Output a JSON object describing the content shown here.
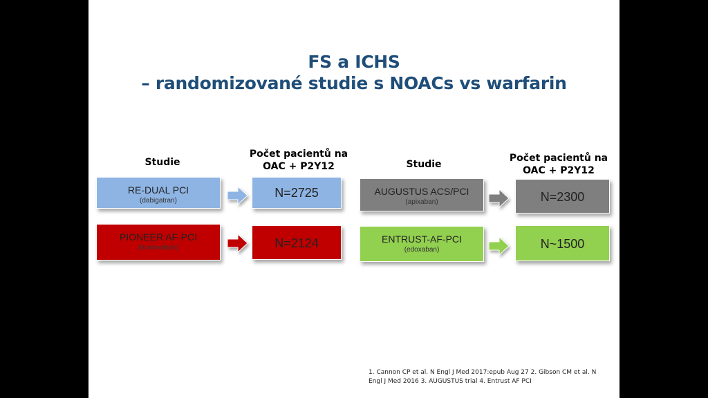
{
  "title": {
    "line1": "FS a ICHS",
    "line2": "– randomizované studie s NOACs vs warfarin"
  },
  "headers": {
    "left_studie": "Studie",
    "left_pocet_line1": "Počet pacientů na",
    "left_pocet_line2": "OAC + P2Y12",
    "right_studie": "Studie",
    "right_pocet_line1": "Počet pacientů na",
    "right_pocet_line2": "OAC + P2Y12"
  },
  "studies": [
    {
      "name": "RE-DUAL PCI",
      "drug": "(dabigatran)",
      "count": "N=2725",
      "color": "#8eb4e3",
      "arrow_color": "#8eb4e3"
    },
    {
      "name": "PIONEER AF-PCI",
      "drug": "(rivaroxaban)",
      "count": "N=2124",
      "color": "#c00000",
      "arrow_color": "#c00000"
    },
    {
      "name": "AUGUSTUS ACS/PCI",
      "drug": "(apixaban)",
      "count": "N=2300",
      "color": "#7f7f7f",
      "arrow_color": "#7f7f7f"
    },
    {
      "name": "ENTRUST-AF-PCI",
      "drug": "(edoxaban)",
      "count": "N~1500",
      "color": "#92d050",
      "arrow_color": "#92d050"
    }
  ],
  "references": {
    "line1": "1. Cannon CP et al. N Engl J Med 2017:epub Aug 27 2. Gibson CM et al. N",
    "line2": "Engl J Med 2016 3. AUGUSTUS trial  4. Entrust AF PCI"
  }
}
